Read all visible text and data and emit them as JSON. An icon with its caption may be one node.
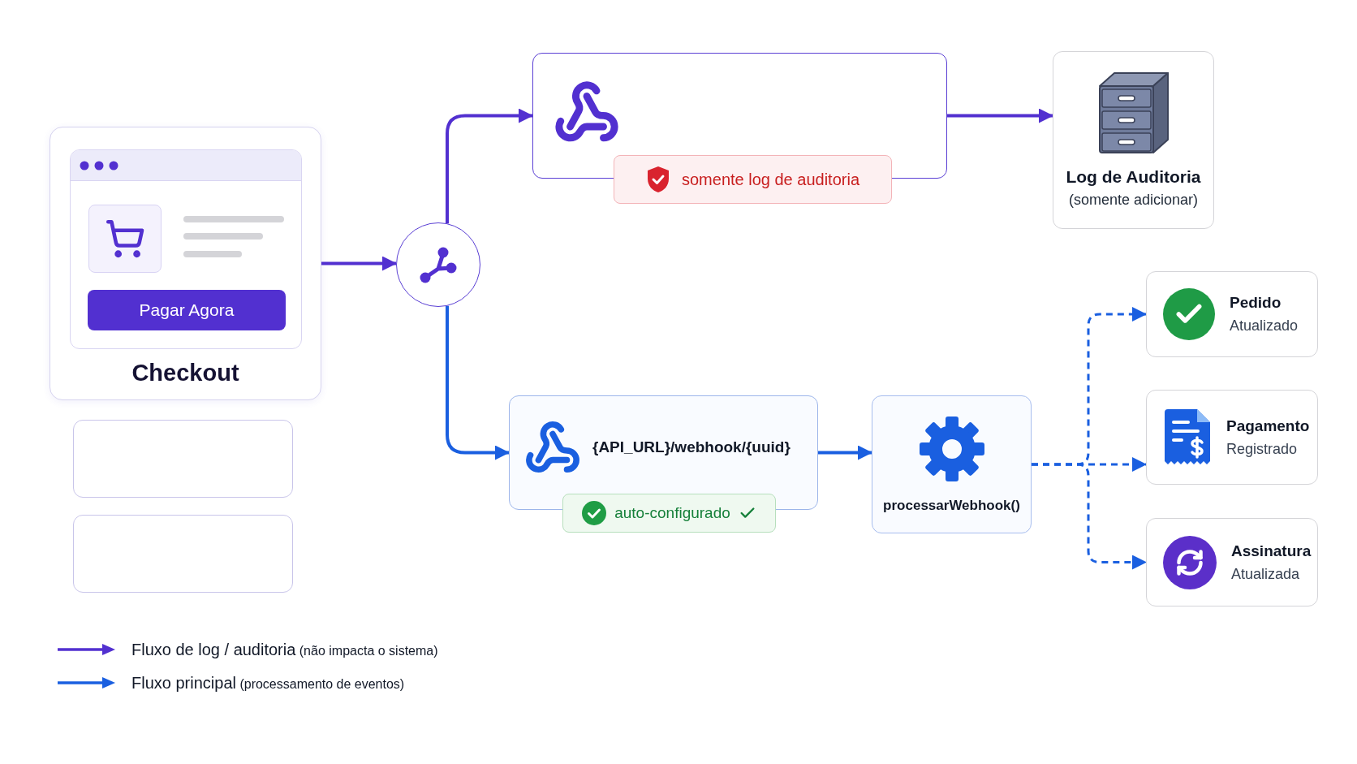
{
  "diagram": {
    "nodes": [
      {
        "text": [
          "Checkout"
        ]
      },
      {
        "text": [
          "Pagar Agora"
        ],
        "in": 0
      },
      {
        "text": [],
        "shape": "box"
      },
      {
        "text": [],
        "shape": "box"
      },
      {
        "text": [],
        "shape": "circle"
      },
      {
        "text": [],
        "shape": "box"
      },
      {
        "text": [
          "somente log de auditoria"
        ]
      },
      {
        "text": [
          "Log de Auditoria",
          "(somente adicionar)"
        ]
      },
      {
        "text": [
          "{API_URL}/webhook/{uuid}"
        ]
      },
      {
        "text": [
          "auto-configurado"
        ]
      },
      {
        "text": [
          "processarWebhook()"
        ]
      },
      {
        "text": [
          "Pedido",
          "Atualizado"
        ]
      },
      {
        "text": [
          "Pagamento",
          "Registrado"
        ]
      },
      {
        "text": [
          "Assinatura",
          "Atualizada"
        ]
      }
    ],
    "edges": [
      {
        "from": 0,
        "to": 4,
        "arrow": "to",
        "color": "#5230d0"
      },
      {
        "from": 4,
        "to": 5,
        "arrow": "to",
        "color": "#5230d0"
      },
      {
        "from": 5,
        "to": 7,
        "arrow": "to",
        "color": "#5230d0"
      },
      {
        "from": 4,
        "to": 8,
        "arrow": "to"
      },
      {
        "from": 8,
        "to": 10,
        "arrow": "to"
      },
      {
        "from": 10,
        "to": 11,
        "arrow": "to",
        "style": "dashed"
      },
      {
        "from": 10,
        "to": 12,
        "arrow": "to",
        "style": "dashed"
      },
      {
        "from": 10,
        "to": 13,
        "arrow": "to",
        "style": "dashed"
      }
    ],
    "legend": [
      {
        "text": "Fluxo de log / auditoria (não impacta o sistema)"
      },
      {
        "text": "Fluxo principal (processamento de eventos)"
      }
    ]
  }
}
